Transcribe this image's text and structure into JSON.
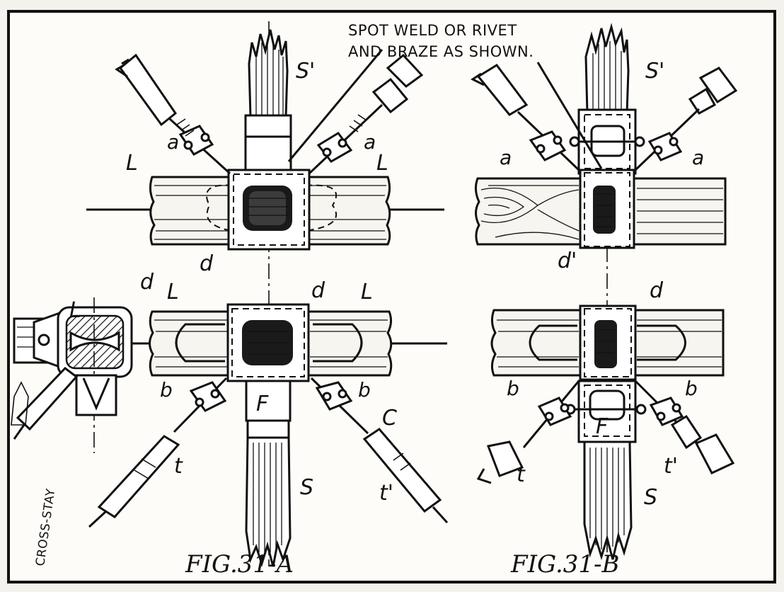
{
  "figure": {
    "note_line1": "SPOT WELD OR RIVET",
    "note_line2": "AND BRAZE AS SHOWN.",
    "caption_a": "FIG.31-A",
    "caption_b": "FIG.31-B",
    "side_label": "CROSS-STAY"
  },
  "labels": {
    "a": "a",
    "L": "L",
    "S_prime": "S'",
    "S": "S",
    "d": "d",
    "d_prime": "d'",
    "b": "b",
    "t": "t",
    "t_prime": "t'",
    "F": "F",
    "C": "C"
  }
}
